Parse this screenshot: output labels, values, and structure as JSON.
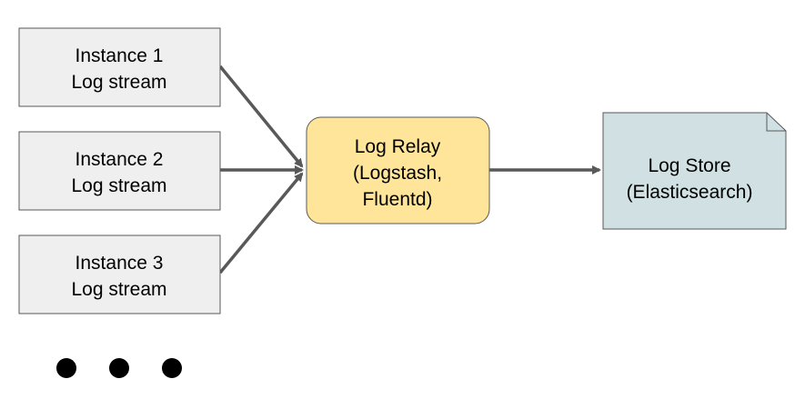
{
  "diagram": {
    "instances": [
      {
        "line1": "Instance 1",
        "line2": "Log stream"
      },
      {
        "line1": "Instance 2",
        "line2": "Log stream"
      },
      {
        "line1": "Instance 3",
        "line2": "Log stream"
      }
    ],
    "relay": {
      "line1": "Log Relay",
      "line2": "(Logstash,",
      "line3": "Fluentd)"
    },
    "store": {
      "line1": "Log Store",
      "line2": "(Elasticsearch)"
    },
    "colors": {
      "instance_fill": "#efefef",
      "instance_stroke": "#595959",
      "relay_fill": "#ffe599",
      "relay_stroke": "#595959",
      "store_fill": "#d0e0e3",
      "store_stroke": "#595959",
      "arrow": "#595959",
      "dots": "#000000"
    }
  }
}
